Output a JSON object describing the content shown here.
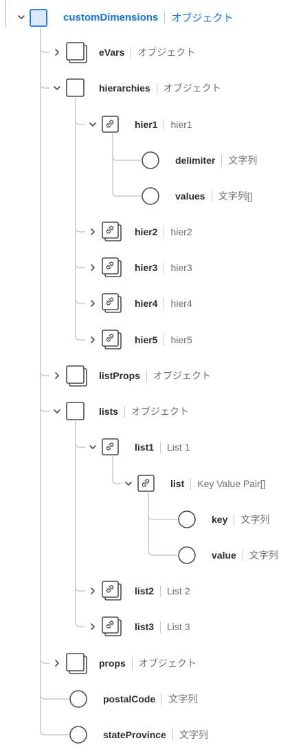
{
  "colors": {
    "line": "#c8c8c8",
    "accent": "#1473e6",
    "root_fill": "#dce9fb",
    "icon_stroke": "#4b4b4b",
    "text": "#2c2c2c",
    "muted": "#6e6e6e"
  },
  "root": {
    "name": "customDimensions",
    "type": "オブジェクト",
    "icon": "object-icon",
    "expanded": true
  },
  "fields": [
    {
      "id": "evars",
      "name": "eVars",
      "type": "オブジェクト",
      "icon": "object-stack-icon",
      "expanded": false
    },
    {
      "id": "hierarchies",
      "name": "hierarchies",
      "type": "オブジェクト",
      "icon": "object-icon",
      "expanded": true
    },
    {
      "id": "hier1",
      "name": "hier1",
      "type": "hier1",
      "icon": "link-icon",
      "expanded": true
    },
    {
      "id": "delimiter",
      "name": "delimiter",
      "type": "文字列",
      "icon": "field-circle-icon"
    },
    {
      "id": "values",
      "name": "values",
      "type": "文字列[]",
      "icon": "field-circle-icon"
    },
    {
      "id": "hier2",
      "name": "hier2",
      "type": "hier2",
      "icon": "link-stack-icon",
      "expanded": false
    },
    {
      "id": "hier3",
      "name": "hier3",
      "type": "hier3",
      "icon": "link-stack-icon",
      "expanded": false
    },
    {
      "id": "hier4",
      "name": "hier4",
      "type": "hier4",
      "icon": "link-stack-icon",
      "expanded": false
    },
    {
      "id": "hier5",
      "name": "hier5",
      "type": "hier5",
      "icon": "link-stack-icon",
      "expanded": false
    },
    {
      "id": "listprops",
      "name": "listProps",
      "type": "オブジェクト",
      "icon": "object-stack-icon",
      "expanded": false
    },
    {
      "id": "lists",
      "name": "lists",
      "type": "オブジェクト",
      "icon": "object-icon",
      "expanded": true
    },
    {
      "id": "list1",
      "name": "list1",
      "type": "List 1",
      "icon": "link-icon",
      "expanded": true
    },
    {
      "id": "list",
      "name": "list",
      "type": "Key Value Pair[]",
      "icon": "link-icon",
      "expanded": true
    },
    {
      "id": "key",
      "name": "key",
      "type": "文字列",
      "icon": "field-circle-icon"
    },
    {
      "id": "value",
      "name": "value",
      "type": "文字列",
      "icon": "field-circle-icon"
    },
    {
      "id": "list2",
      "name": "list2",
      "type": "List 2",
      "icon": "link-stack-icon",
      "expanded": false
    },
    {
      "id": "list3",
      "name": "list3",
      "type": "List 3",
      "icon": "link-stack-icon",
      "expanded": false
    },
    {
      "id": "props",
      "name": "props",
      "type": "オブジェクト",
      "icon": "object-stack-icon",
      "expanded": false
    },
    {
      "id": "postalcode",
      "name": "postalCode",
      "type": "文字列",
      "icon": "field-circle-icon"
    },
    {
      "id": "stateprovince",
      "name": "stateProvince",
      "type": "文字列",
      "icon": "field-circle-icon"
    }
  ]
}
